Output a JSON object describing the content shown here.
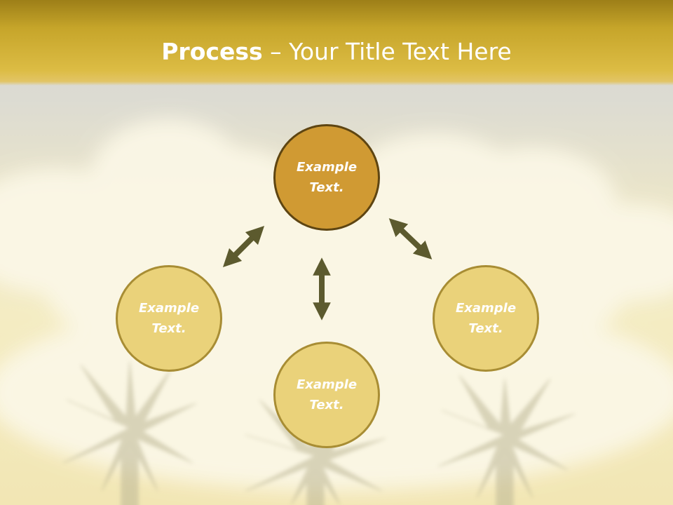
{
  "title": {
    "bold": "Process",
    "rest": " – Your Title Text Here"
  },
  "nodes": {
    "center": "Example\nText.",
    "left": "Example\nText.",
    "bottom": "Example\nText.",
    "right": "Example\nText."
  },
  "colors": {
    "title_bar": "#dcbc44",
    "center_fill": "#d09a33",
    "center_border": "#5e4512",
    "outer_fill": "#ead27a",
    "outer_border": "#a88d34",
    "arrow": "#5c5a2e",
    "text": "#ffffff"
  },
  "icons": [
    "double-arrow-diagonal-left",
    "double-arrow-vertical",
    "double-arrow-diagonal-right"
  ]
}
